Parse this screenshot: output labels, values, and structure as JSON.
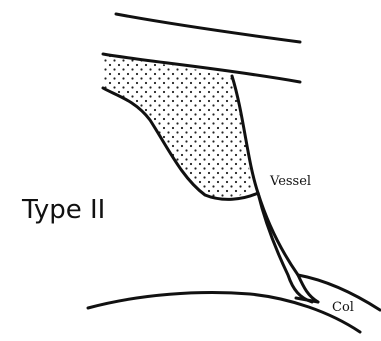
{
  "diagram": {
    "type_label": "Type II",
    "labels": {
      "vessel": "Vessel",
      "col": "Col"
    },
    "colors": {
      "ink": "#111111",
      "background": "#ffffff",
      "stipple": "#222222"
    }
  }
}
